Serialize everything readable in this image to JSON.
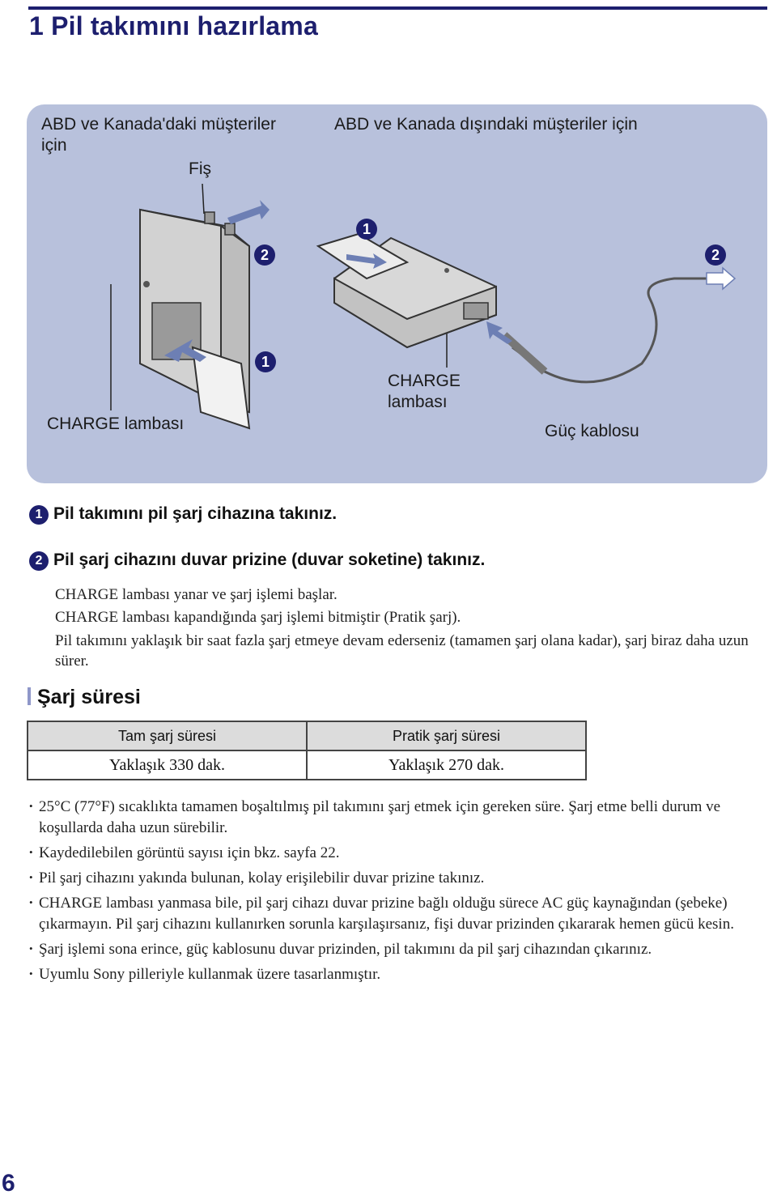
{
  "page": {
    "title": "1 Pil takımını hazırlama",
    "page_number": "6"
  },
  "figure": {
    "left_heading_line1": "ABD ve Kanada'daki müşteriler",
    "left_heading_line2": "için",
    "right_heading": "ABD ve Kanada dışındaki müşteriler için",
    "plug_label": "Fiş",
    "charge_lamp_left": "CHARGE lambası",
    "charge_lamp_right_line1": "CHARGE",
    "charge_lamp_right_line2": "lambası",
    "power_cord_label": "Güç kablosu",
    "markers": [
      "1",
      "2",
      "1",
      "2"
    ]
  },
  "steps": [
    {
      "number": "1",
      "text": "Pil takımını pil şarj cihazına takınız."
    },
    {
      "number": "2",
      "text": "Pil şarj cihazını duvar prizine (duvar soketine) takınız."
    }
  ],
  "step2_details": [
    "CHARGE lambası yanar ve şarj işlemi başlar.",
    "CHARGE lambası kapandığında şarj işlemi bitmiştir (Pratik şarj).",
    "Pil takımını yaklaşık bir saat fazla şarj etmeye devam ederseniz (tamamen şarj olana kadar), şarj biraz daha uzun sürer."
  ],
  "section": {
    "heading": "Şarj süresi",
    "table_headers": [
      "Tam şarj süresi",
      "Pratik şarj süresi"
    ],
    "table_values": [
      "Yaklaşık 330 dak.",
      "Yaklaşık 270 dak."
    ]
  },
  "notes": [
    "25°C (77°F) sıcaklıkta tamamen boşaltılmış pil takımını şarj etmek için gereken süre. Şarj etme belli durum ve koşullarda daha uzun sürebilir.",
    "Kaydedilebilen görüntü sayısı için bkz. sayfa 22.",
    "Pil şarj cihazını yakında bulunan, kolay erişilebilir duvar prizine takınız.",
    "CHARGE lambası yanmasa bile, pil şarj cihazı duvar prizine bağlı olduğu sürece AC güç kaynağından (şebeke) çıkarmayın. Pil şarj cihazını kullanırken sorunla karşılaşırsanız, fişi duvar prizinden çıkararak hemen gücü kesin.",
    "Şarj işlemi sona erince, güç kablosunu duvar prizinden, pil takımını da pil şarj cihazından çıkarınız.",
    "Uyumlu Sony pilleriyle kullanmak üzere tasarlanmıştır."
  ],
  "colors": {
    "accent": "#1d1f6e",
    "panel_bg": "#b8c1dc",
    "table_header_bg": "#dcdcdc"
  }
}
